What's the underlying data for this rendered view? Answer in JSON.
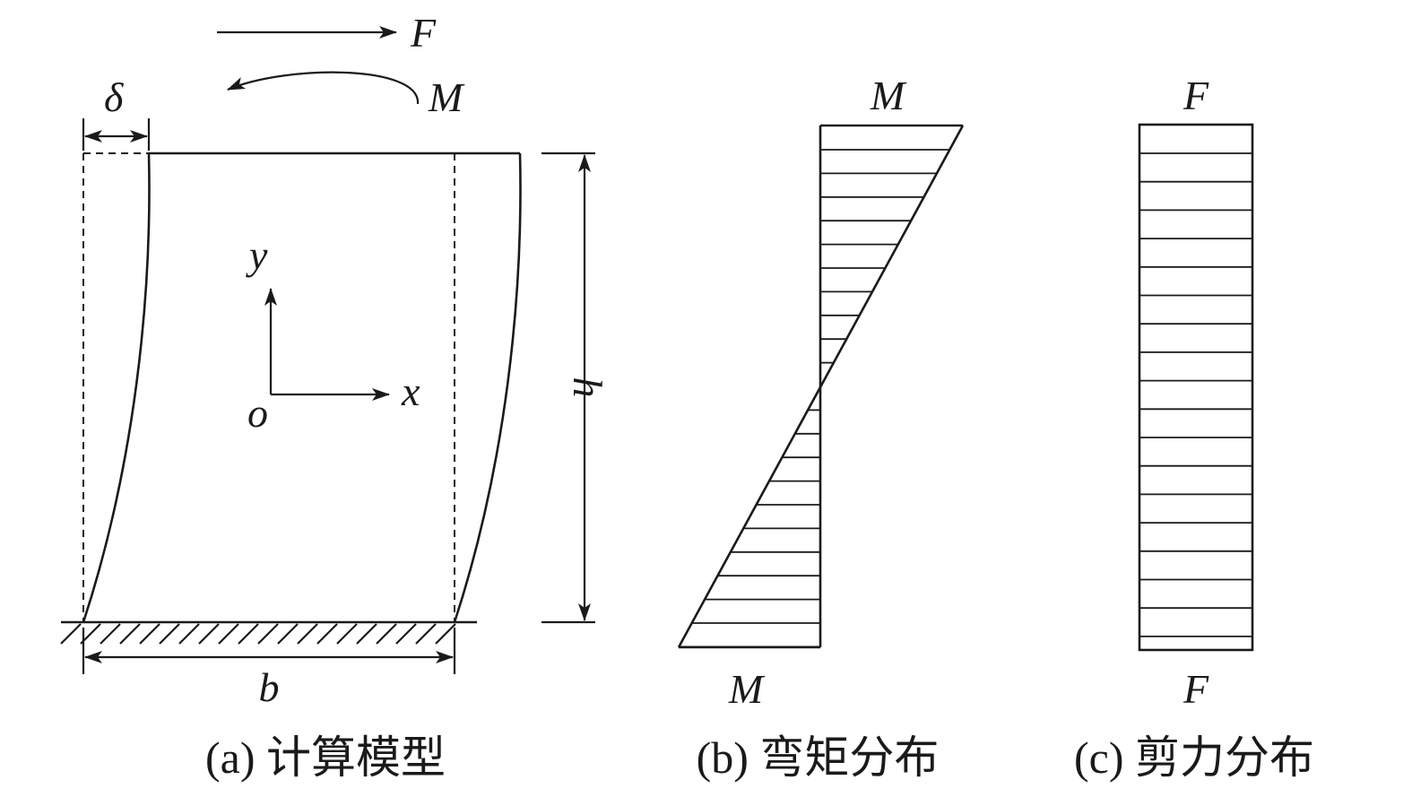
{
  "panel_a": {
    "force_label": "F",
    "moment_label": "M",
    "delta_label": "δ",
    "height_label": "h",
    "width_label": "b",
    "y_axis_label": "y",
    "x_axis_label": "x",
    "origin_label": "o",
    "caption": "(a) 计算模型"
  },
  "panel_b": {
    "top_label": "M",
    "bottom_label": "M",
    "caption": "(b) 弯矩分布"
  },
  "panel_c": {
    "top_label": "F",
    "bottom_label": "F",
    "caption": "(c) 剪力分布"
  },
  "colors": {
    "ink": "#1a1a1a",
    "background": "#ffffff"
  }
}
